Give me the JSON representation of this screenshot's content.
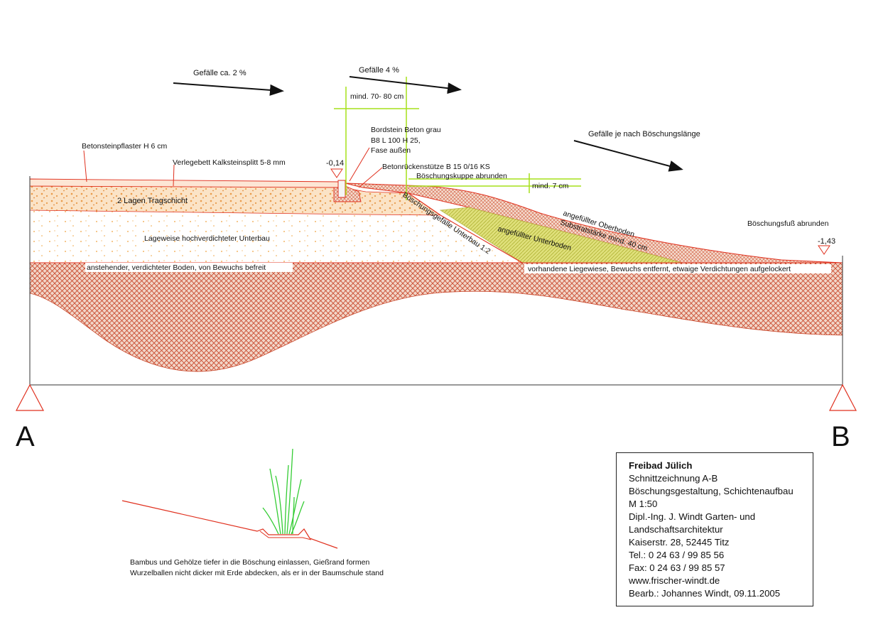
{
  "slopes": {
    "slope_2": "Gefälle ca. 2 %",
    "slope_4": "Gefälle 4 %",
    "slope_var": "Gefälle je nach Böschungslänge"
  },
  "dimensions": {
    "width_min": "mind. 70- 80 cm",
    "height_min": "mind. 7 cm",
    "level_left": "-0,14",
    "level_right": "-1,43"
  },
  "labels": {
    "kerb": [
      "Bordstein  Beton grau",
      "B8 L 100 H 25,",
      "Fase außen"
    ],
    "paving": "Betonsteinpflaster H 6 cm",
    "bedding": "Verlegebett Kalksteinsplitt 5-8 mm",
    "kerb_support": "Betonrückenstütze B 15 0/16 KS",
    "crest": "Böschungskuppe abrunden",
    "base_course": "2 Lagen Tragschicht",
    "subbase": "Lageweise hochverdichteter Unterbau",
    "slope_subbase": "Böschungsgefälle Unterbau 1:2",
    "topsoil": [
      "angefüllter  Oberboden",
      "Substratstärke mind. 40 cm"
    ],
    "fill_subsoil": "angefüllter  Unterboden",
    "toe": "Böschungsfuß abrunden",
    "natural_soil": "anstehender, verdichteter Boden, von Bewuchs befreit",
    "existing_lawn": "vorhandene Liegewiese, Bewuchs entfernt, etwaige Verdichtungen aufgelockert"
  },
  "section_markers": {
    "left": "A",
    "right": "B"
  },
  "planting_note": [
    "Bambus und Gehölze tiefer in die Böschung einlassen, Gießrand formen",
    "Wurzelballen nicht dicker mit Erde abdecken, als er in der Baumschule stand"
  ],
  "title_block": {
    "project": "Freibad Jülich",
    "lines": [
      "Schnittzeichnung A-B",
      "Böschungsgestaltung, Schichtenaufbau",
      "M 1:50",
      "Dipl.-Ing. J. Windt Garten- und",
      "Landschaftsarchitektur",
      "Kaiserstr. 28, 52445 Titz",
      "Tel.: 0 24 63 / 99 85 56",
      "Fax: 0 24 63 / 99 85 57",
      "www.frischer-windt.de",
      "Bearb.: Johannes Windt, 09.11.2005"
    ]
  },
  "colors": {
    "line_red": "#e0301e",
    "soil_hatch": "#c8462a",
    "topsoil_fill": "#f3c9b0",
    "subsoil_fill": "#d6d86a",
    "dimension_green": "#a6e01a",
    "gravel": "#f0a23c",
    "plant_green": "#33cc33"
  }
}
